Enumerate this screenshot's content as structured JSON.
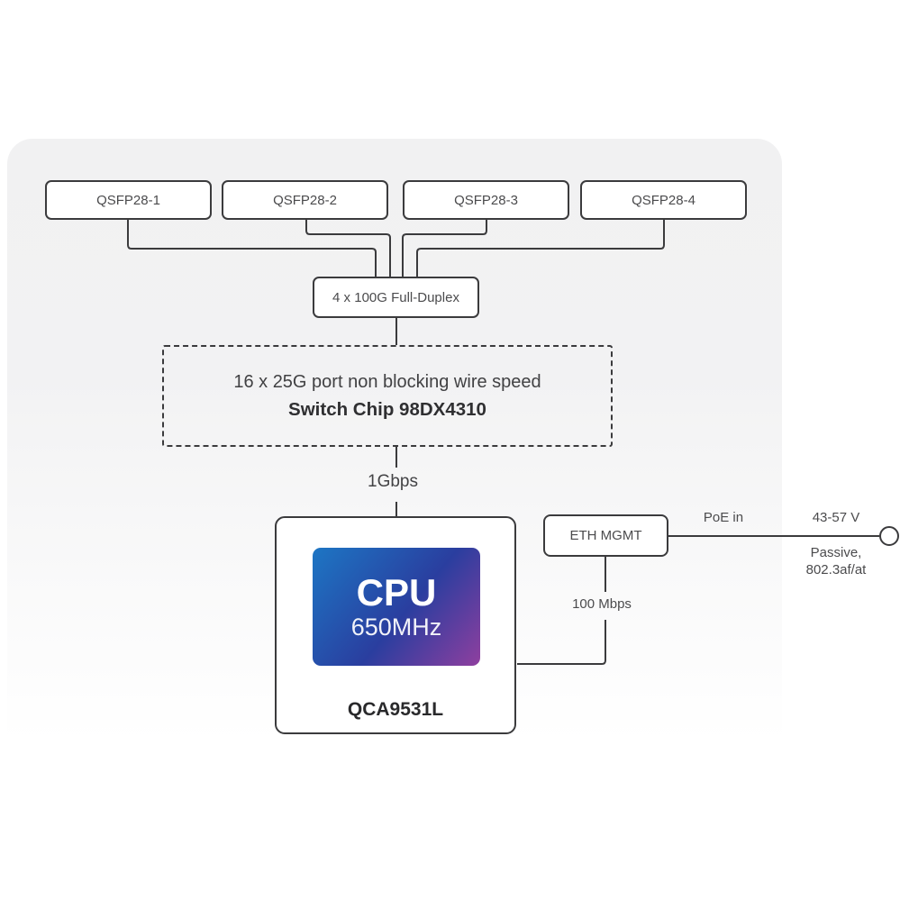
{
  "ports": [
    {
      "label": "QSFP28-1"
    },
    {
      "label": "QSFP28-2"
    },
    {
      "label": "QSFP28-3"
    },
    {
      "label": "QSFP28-4"
    }
  ],
  "uplink": {
    "label": "4 x 100G Full-Duplex"
  },
  "switch_chip": {
    "description": "16 x 25G port non blocking wire speed",
    "name": "Switch Chip 98DX4310"
  },
  "cpu": {
    "label": "CPU",
    "frequency": "650MHz",
    "model": "QCA9531L",
    "link_speed": "1Gbps"
  },
  "eth_mgmt": {
    "label": "ETH MGMT",
    "link_speed": "100 Mbps"
  },
  "poe": {
    "label": "PoE in",
    "voltage": "43-57 V",
    "type_line1": "Passive,",
    "type_line2": "802.3af/at"
  },
  "colors": {
    "wire": "#3b3b3d",
    "backdrop": "#f1f1f2",
    "cpu_gradient_start": "#1d76c4",
    "cpu_gradient_mid": "#2a3e9f",
    "cpu_gradient_end": "#8f3f9f"
  }
}
